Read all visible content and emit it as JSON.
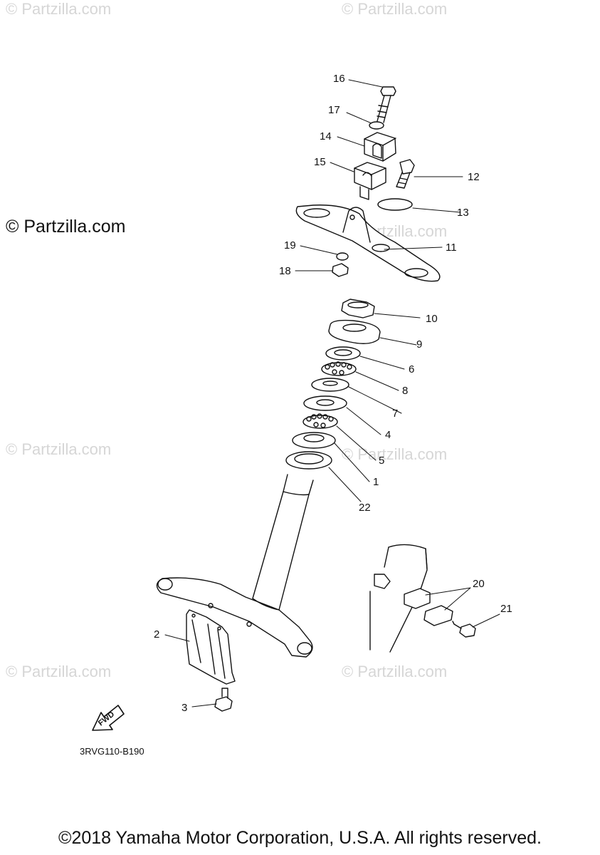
{
  "watermarks": {
    "main": "© Partzilla.com",
    "faint": "© Partzilla.com"
  },
  "callouts": {
    "p1": "1",
    "p2": "2",
    "p3": "3",
    "p4": "4",
    "p5": "5",
    "p6": "6",
    "p7": "7",
    "p8": "8",
    "p9": "9",
    "p10": "10",
    "p11": "11",
    "p12": "12",
    "p13": "13",
    "p14": "14",
    "p15": "15",
    "p16": "16",
    "p17": "17",
    "p18": "18",
    "p19": "19",
    "p20": "20",
    "p21": "21",
    "p22": "22"
  },
  "fwd_label": "FWD",
  "diagram_code": "3RVG110-B190",
  "copyright": "©2018 Yamaha Motor Corporation, U.S.A. All rights reserved."
}
